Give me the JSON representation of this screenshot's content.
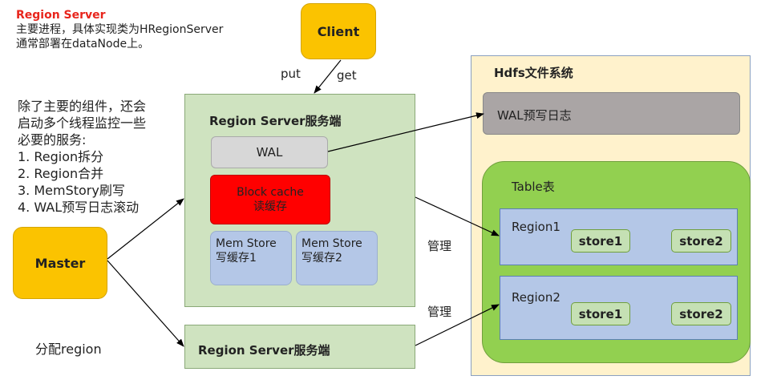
{
  "note": {
    "title": "Region Server",
    "line1": "主要进程，具体实现类为HRegionServer",
    "line2": "通常部署在dataNode上。"
  },
  "services": {
    "intro1": "除了主要的组件，还会",
    "intro2": "启动多个线程监控一些",
    "intro3": "必要的服务:",
    "items": [
      "1.  Region拆分",
      "2.  Region合并",
      "3.  MemStory刷写",
      "4.  WAL预写日志滚动"
    ]
  },
  "client": {
    "label": "Client"
  },
  "put_label": "put",
  "get_label": "get",
  "master": {
    "label": "Master"
  },
  "assign_label": "分配region",
  "manage_label_1": "管理",
  "manage_label_2": "管理",
  "region_server_1": {
    "title": "Region Server服务端",
    "wal": "WAL",
    "block_cache_line1": "Block cache",
    "block_cache_line2": "读缓存",
    "memstore1_line1": "Mem Store",
    "memstore1_line2": "写缓存1",
    "memstore2_line1": "Mem Store",
    "memstore2_line2": "写缓存2"
  },
  "region_server_2": {
    "title": "Region Server服务端"
  },
  "hdfs": {
    "title": "Hdfs文件系统",
    "wal": "WAL预写日志",
    "table": "Table表",
    "regions": [
      {
        "name": "Region1",
        "store_a": "store1",
        "store_b": "store2"
      },
      {
        "name": "Region2",
        "store_a": "store1",
        "store_b": "store2"
      }
    ]
  },
  "colors": {
    "note_title": "#e8251c",
    "client": "#fbc300",
    "server_bg": "#cfe3c0",
    "wal_gray": "#d7d7d7",
    "block_cache": "#ff0000",
    "memstore": "#b4c7e7",
    "hdfs_bg": "#fff2cc",
    "table_bg": "#92d050",
    "region_bg": "#b4c7e7",
    "store_bg": "#c5e0b4"
  }
}
